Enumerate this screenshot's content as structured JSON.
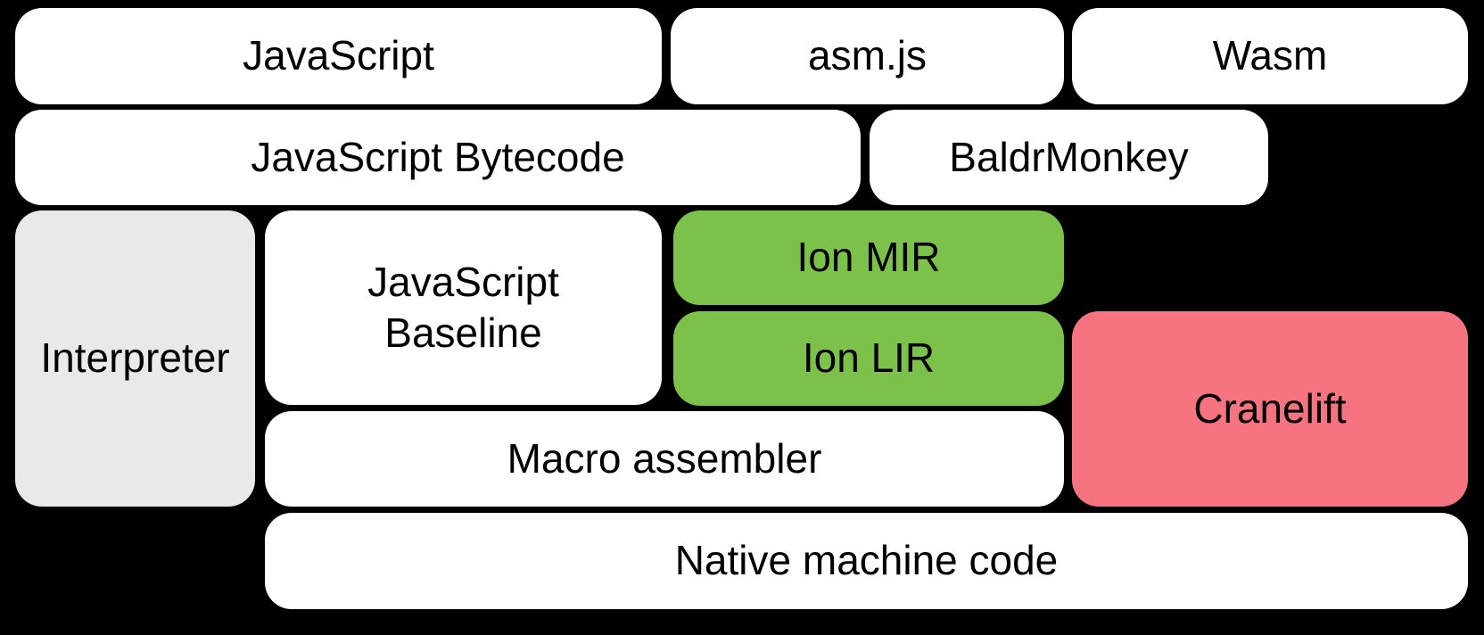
{
  "palette": {
    "background": "#000000",
    "box_white": "#ffffff",
    "box_gray": "#e9e9e9",
    "box_green": "#7cc24a",
    "box_pink": "#f5747f",
    "text": "#000000"
  },
  "diagram": {
    "boxes": [
      {
        "id": "javascript",
        "label": "JavaScript",
        "color": "box_white"
      },
      {
        "id": "asmjs",
        "label": "asm.js",
        "color": "box_white"
      },
      {
        "id": "wasm",
        "label": "Wasm",
        "color": "box_white"
      },
      {
        "id": "javascript-bytecode",
        "label": "JavaScript Bytecode",
        "color": "box_white"
      },
      {
        "id": "baldrmonkey",
        "label": "BaldrMonkey",
        "color": "box_white"
      },
      {
        "id": "interpreter",
        "label": "Interpreter",
        "color": "box_gray"
      },
      {
        "id": "javascript-baseline",
        "label": "JavaScript\nBaseline",
        "color": "box_white"
      },
      {
        "id": "ion-mir",
        "label": "Ion MIR",
        "color": "box_green"
      },
      {
        "id": "ion-lir",
        "label": "Ion LIR",
        "color": "box_green"
      },
      {
        "id": "cranelift",
        "label": "Cranelift",
        "color": "box_pink"
      },
      {
        "id": "macro-assembler",
        "label": "Macro assembler",
        "color": "box_white"
      },
      {
        "id": "native-machine-code",
        "label": "Native machine code",
        "color": "box_white"
      }
    ]
  }
}
